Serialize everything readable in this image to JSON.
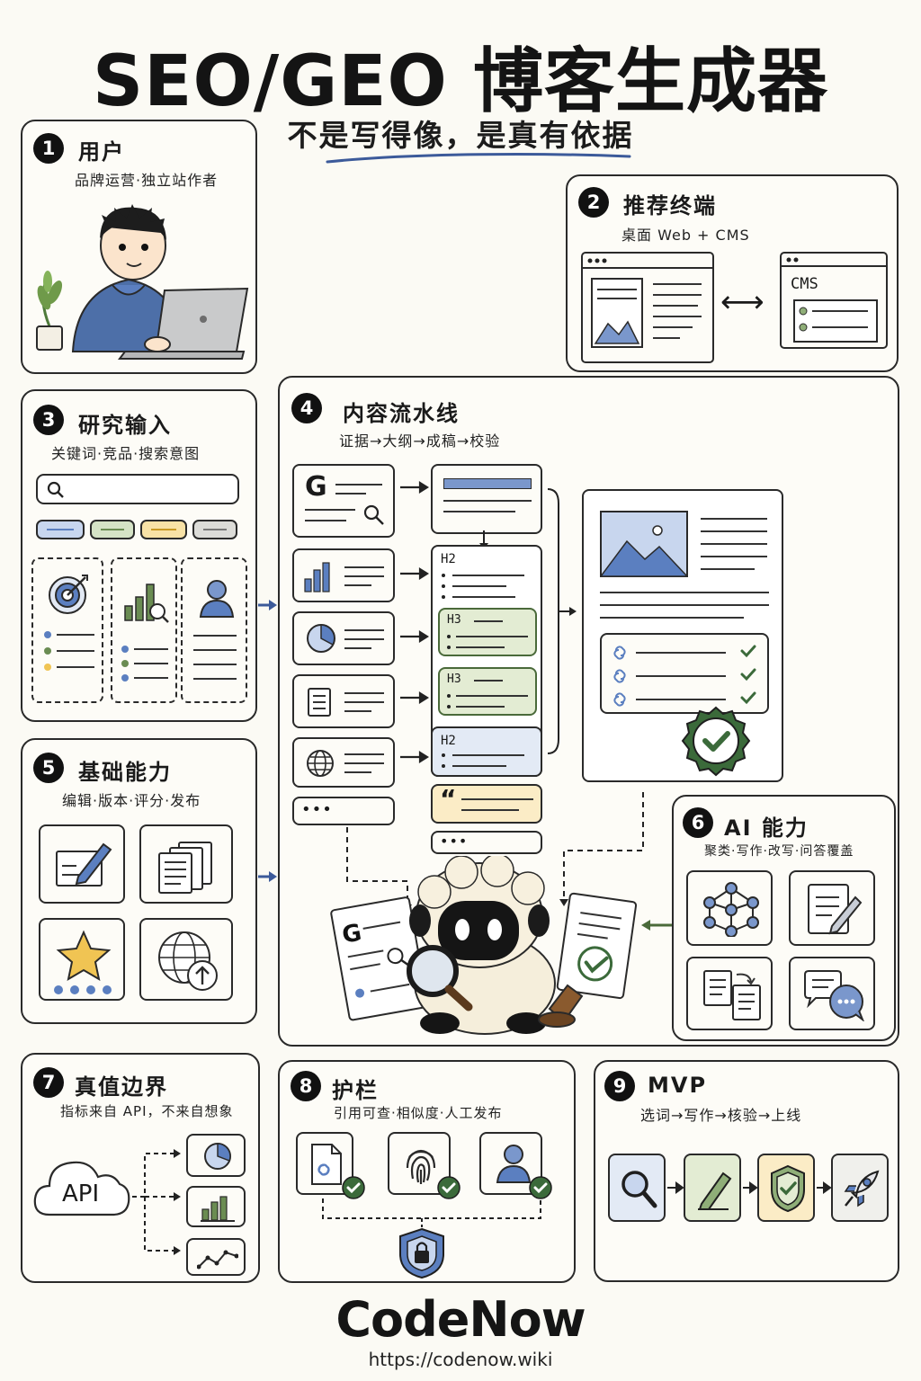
{
  "header": {
    "title": "SEO/GEO 博客生成器",
    "subtitle": "不是写得像，是真有依据"
  },
  "panels": {
    "user": {
      "num": "1",
      "title": "用户",
      "sub": "品牌运营·独立站作者"
    },
    "terminal": {
      "num": "2",
      "title": "推荐终端",
      "sub": "桌面 Web + CMS",
      "cms_label": "CMS",
      "arrow": "⟷"
    },
    "research": {
      "num": "3",
      "title": "研究输入",
      "sub": "关键词·竞品·搜索意图"
    },
    "pipeline": {
      "num": "4",
      "title": "内容流水线",
      "sub": "证据→大纲→成稿→校验",
      "h2_a": "H2",
      "h3_a": "H3",
      "h3_b": "H3",
      "h2_b": "H2",
      "quote": "“",
      "ellipsis_a": "•••",
      "ellipsis_b": "•••",
      "g_letter": "G"
    },
    "base": {
      "num": "5",
      "title": "基础能力",
      "sub": "编辑·版本·评分·发布"
    },
    "ai": {
      "num": "6",
      "title": "AI 能力",
      "sub": "聚类·写作·改写·问答覆盖"
    },
    "truth": {
      "num": "7",
      "title": "真值边界",
      "sub": "指标来自 API，不来自想象",
      "api_label": "API"
    },
    "guard": {
      "num": "8",
      "title": "护栏",
      "sub": "引用可查·相似度·人工发布"
    },
    "mvp": {
      "num": "9",
      "title": "MVP",
      "sub": "选词→写作→核验→上线"
    }
  },
  "colors": {
    "blue": "#5b7fc0",
    "green": "#8fae78",
    "yellow": "#f0c453",
    "gray": "#a9aaa6",
    "darkgreen": "#3b6a3a",
    "lightgreen": "#e3ecd3",
    "lightyellow": "#fbecc6",
    "lightblue": "#e3eaf5"
  },
  "footer": {
    "logo": "CodeNow",
    "url": "https://codenow.wiki"
  }
}
